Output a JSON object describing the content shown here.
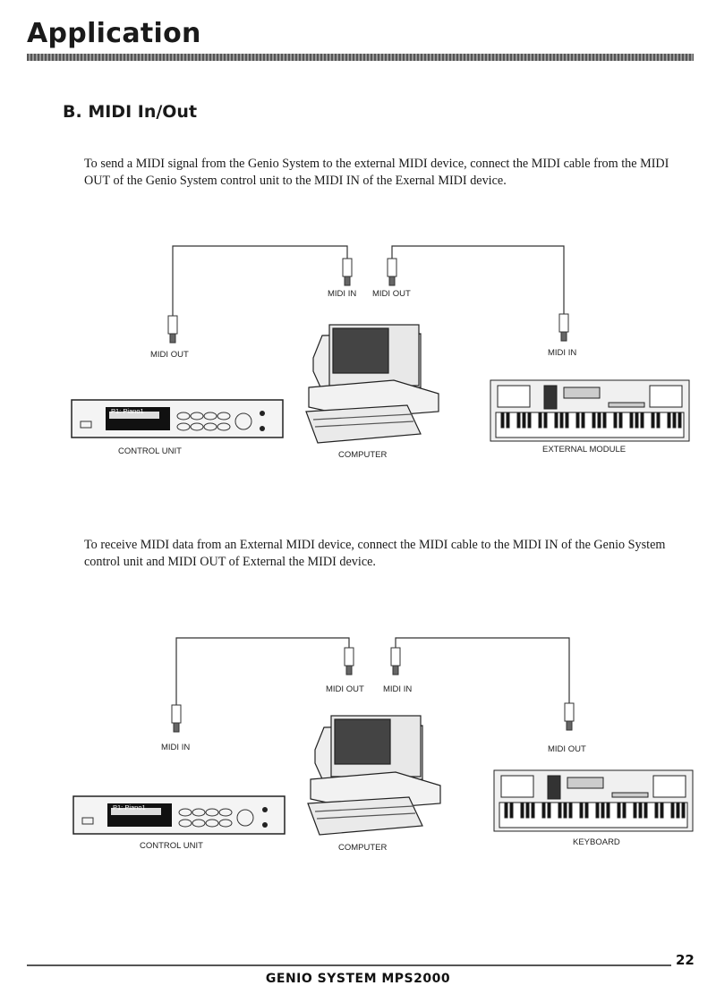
{
  "header": {
    "title": "Application"
  },
  "section": {
    "title": "B. MIDI In/Out"
  },
  "paragraphs": [
    "To send a MIDI signal from the Genio System to the external MIDI device, connect the MIDI cable from the MIDI OUT of the Genio System control unit to the MIDI IN of the Exernal MIDI device.",
    "To receive MIDI data from an External MIDI device, connect the MIDI cable to the MIDI IN of the Genio System control unit and MIDI OUT of External the MIDI device."
  ],
  "diagram1": {
    "computer_port_left": "MIDI IN",
    "computer_port_right": "MIDI OUT",
    "control_port": "MIDI OUT",
    "device_port": "MIDI IN",
    "control_unit": "CONTROL UNIT",
    "computer": "COMPUTER",
    "device": "EXTERNAL MODULE",
    "lcd": "P1: Piano1"
  },
  "diagram2": {
    "computer_port_left": "MIDI OUT",
    "computer_port_right": "MIDI IN",
    "control_port": "MIDI IN",
    "device_port": "MIDI OUT",
    "control_unit": "CONTROL UNIT",
    "computer": "COMPUTER",
    "device": "KEYBOARD",
    "lcd": "P1: Piano1"
  },
  "footer": {
    "title": "GENIO SYSTEM  MPS2000",
    "page_number": "22"
  }
}
